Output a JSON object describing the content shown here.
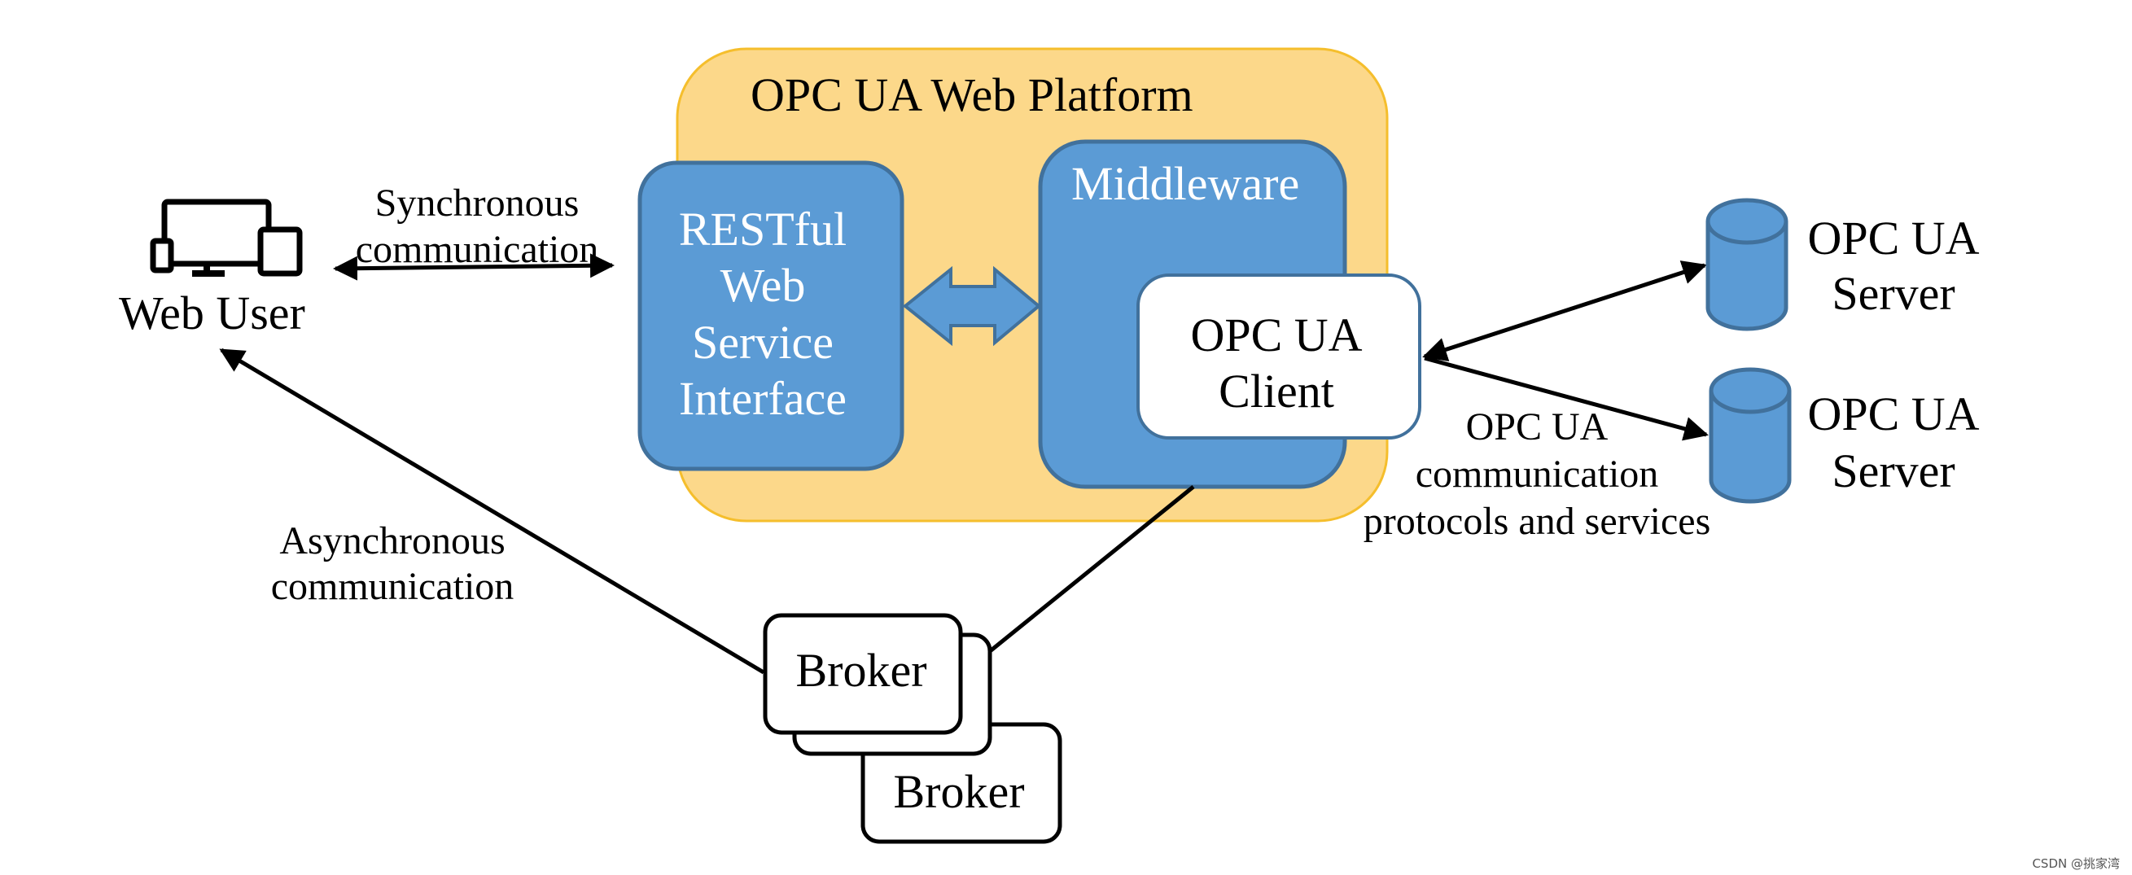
{
  "platform": {
    "title": "OPC UA Web Platform"
  },
  "web_user": {
    "label": "Web User",
    "icon": "devices-icon"
  },
  "restful": {
    "lines": [
      "RESTful",
      "Web",
      "Service",
      "Interface"
    ]
  },
  "middleware": {
    "title": "Middleware",
    "client_lines": [
      "OPC UA",
      "Client"
    ]
  },
  "servers": [
    {
      "lines": [
        "OPC UA",
        "Server"
      ],
      "icon": "database-icon"
    },
    {
      "lines": [
        "OPC UA",
        "Server"
      ],
      "icon": "database-icon"
    }
  ],
  "brokers": [
    {
      "label": "Broker"
    },
    {
      "label": "Broker"
    }
  ],
  "labels": {
    "sync": [
      "Synchronous",
      "communication"
    ],
    "async": [
      "Asynchronous",
      "communication"
    ],
    "protocols": [
      "OPC UA",
      "communication",
      "protocols and services"
    ]
  },
  "watermark": "CSDN @挑家湾",
  "colors": {
    "platform_fill": "#FCD88A",
    "platform_stroke": "#F5BE2C",
    "blue_fill": "#5B9BD5",
    "blue_stroke": "#41719C",
    "white": "#FFFFFF",
    "black": "#000000"
  }
}
